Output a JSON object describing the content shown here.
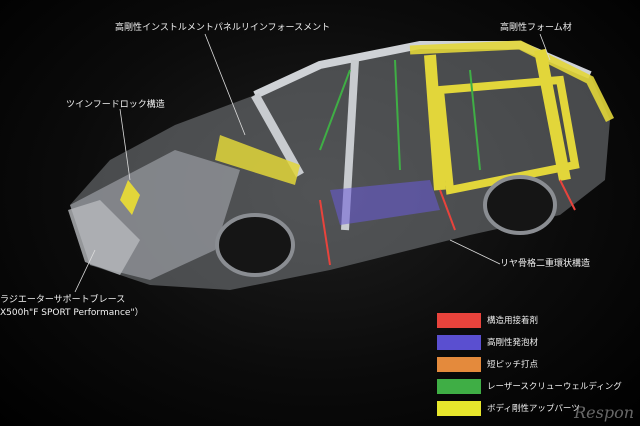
{
  "callouts": {
    "instrument_panel": "高剛性インストルメントパネルリインフォースメント",
    "foam": "高剛性フォーム材",
    "twin_hood_lock": "ツインフードロック構造",
    "rear_ring": "リヤ骨格二重環状構造",
    "radiator_brace_1": "ラジエーターサポートブレース",
    "radiator_brace_2": "X500h\"F SPORT Performance\"）"
  },
  "legend": [
    {
      "label": "構造用接着剤",
      "color": "#e8433c"
    },
    {
      "label": "高剛性発泡材",
      "color": "#5a4fd0"
    },
    {
      "label": "短ピッチ打点",
      "color": "#e48a3c"
    },
    {
      "label": "レーザースクリューウェルディング",
      "color": "#3fae45"
    },
    {
      "label": "ボディ剛性アップパーツ",
      "color": "#e7e62c"
    }
  ],
  "watermark": "Respon"
}
